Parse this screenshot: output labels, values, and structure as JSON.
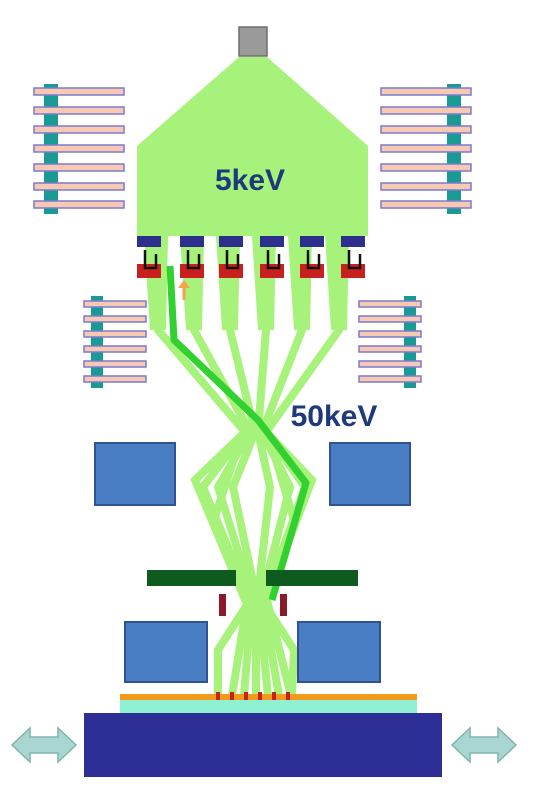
{
  "labels": {
    "low_energy": "5keV",
    "high_energy": "50keV"
  },
  "colors": {
    "beam_region": "#a6f27a",
    "beam_highlight": "#33d12f",
    "deflector_bar": "#f7c9b3",
    "deflector_edge": "#7a7ad0",
    "deflector_post": "#1a9a94",
    "blanker_top": "#2c2f8c",
    "blanker_bottom": "#c8201f",
    "lens_block": "#4a7ec4",
    "aperture_plate": "#0f5a1e",
    "aperture_post": "#8b1a2a",
    "wafer_resist": "#f29a1c",
    "wafer_layer": "#8ff0d2",
    "stage": "#2e2f96",
    "arrow": "#a9d6d1",
    "label_text": "#1f3a7a",
    "source": "#9a9a9a",
    "indicator": "#f5a34a"
  },
  "counts": {
    "beamlets": 6,
    "deflector_bars_upper": 7,
    "deflector_bars_lower": 6
  }
}
